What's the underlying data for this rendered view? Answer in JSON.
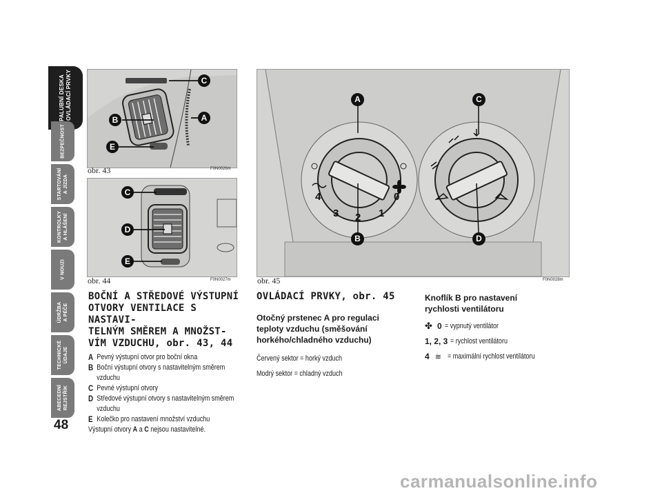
{
  "tabs": [
    {
      "label": "PALUBNÍ DESKA\nA OVLÁDACÍ PRVKY",
      "active": true
    },
    {
      "label": "BEZPEČNOST"
    },
    {
      "label": "STARTOVÁNÍ\nA JÍZDA"
    },
    {
      "label": "KONTROLKY\nA HLÁŠENÍ"
    },
    {
      "label": "V NOUZI"
    },
    {
      "label": "ÚDRŽBA\nA PÉČE"
    },
    {
      "label": "TECHNICKÉ\nÚDAJE"
    },
    {
      "label": "ABECEDNÍ\nREJSTŘÍK"
    }
  ],
  "page_number": "48",
  "figures": {
    "fig43": {
      "caption": "obr. 43",
      "code": "F0N0026m",
      "callouts": [
        "C",
        "A",
        "B",
        "E"
      ]
    },
    "fig44": {
      "caption": "obr. 44",
      "code": "F0N0027m",
      "callouts": [
        "C",
        "D",
        "E"
      ]
    },
    "fig45": {
      "caption": "obr. 45",
      "code": "F0N0028m",
      "callouts": [
        "A",
        "C",
        "B",
        "D"
      ],
      "dial_numbers": [
        "4",
        "3",
        "2",
        "1",
        "0"
      ]
    }
  },
  "section1": {
    "title": "BOČNÍ A STŘEDOVÉ VÝSTUPNÍ OTVORY VENTILACE S NASTAVI-TELNÝM SMĚREM A MNOŽST-VÍM VZDUCHU, obr. 43, 44",
    "title_lines": [
      "BOČNÍ A STŘEDOVÉ VÝSTUPNÍ",
      "OTVORY VENTILACE S NASTAVI-",
      "TELNÝM SMĚREM A MNOŽST-",
      "VÍM VZDUCHU, obr. 43, 44"
    ],
    "items": [
      {
        "key": "A",
        "text": "Pevný výstupní otvor pro boční okna"
      },
      {
        "key": "B",
        "text": "Boční výstupní otvory s nastavitelným směrem vzduchu"
      },
      {
        "key": "C",
        "text": "Pevné výstupní otvory"
      },
      {
        "key": "D",
        "text": "Středové výstupní otvory s nastavitelným směrem vzduchu"
      },
      {
        "key": "E",
        "text": "Kolečko pro nastavení množství vzduchu"
      }
    ],
    "note_pre": "Výstupní otvory ",
    "note_a": "A",
    "note_mid": " a ",
    "note_c": "C",
    "note_post": " nejsou nastavitelné."
  },
  "section2": {
    "title": "OVLÁDACÍ PRVKY, obr. 45",
    "subtitle": "Otočný prstenec A pro regulaci teploty vzduchu (směšování horkého/chladného vzduchu)",
    "lines": [
      "Červený sektor = horký vzduch",
      "Modrý sektor = chladný vzduch"
    ]
  },
  "section3": {
    "title": "Knoflík B pro nastavení rychlosti ventilátoru",
    "rows": [
      {
        "key": "0",
        "icon": "fan-icon",
        "text": "= vypnutý ventilátor"
      },
      {
        "key": "1, 2, 3",
        "icon": "",
        "text": "= rychlost ventilátoru"
      },
      {
        "key": "4",
        "icon": "max-fan-icon",
        "text": "= maximální rychlost ventilátoru"
      }
    ]
  },
  "watermark": "carmanualsonline.info"
}
